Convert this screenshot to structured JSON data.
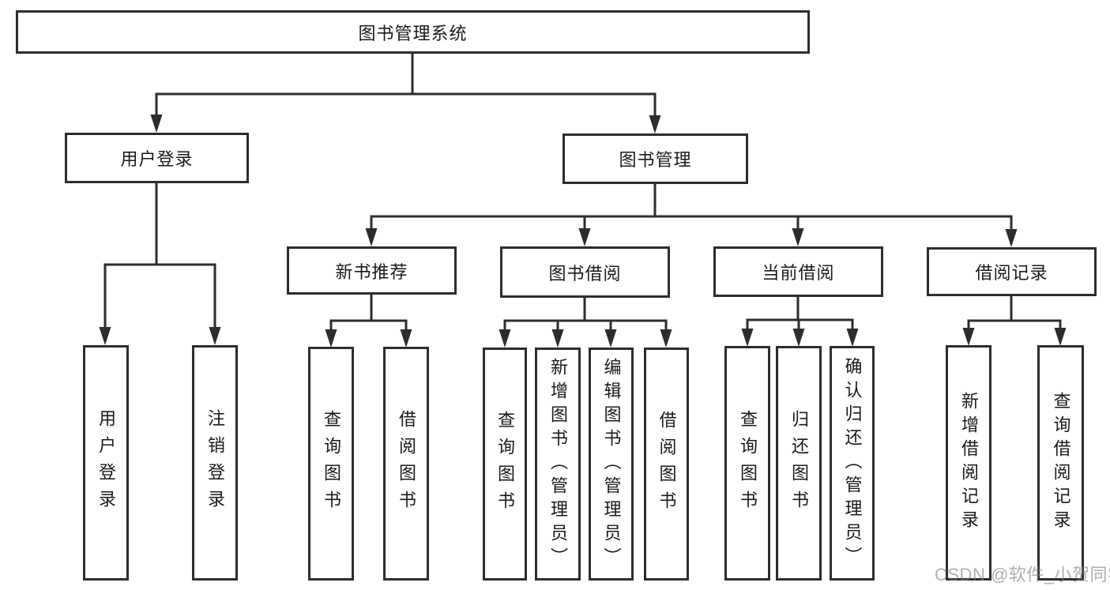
{
  "nodes": {
    "root": "图书管理系统",
    "user_login": "用户登录",
    "book_management": "图书管理",
    "new_book_recommend": "新书推荐",
    "book_borrowing": "图书借阅",
    "current_borrowing": "当前借阅",
    "borrowing_records": "借阅记录",
    "leaves": {
      "login_user_login": "用户登录",
      "login_logout": "注销登录",
      "rec_query_books": "查询图书",
      "rec_borrow_books": "借阅图书",
      "bor_query_books": "查询图书",
      "bor_add_books": "新增图书（管理员）",
      "bor_edit_books": "编辑图书（管理员）",
      "bor_borrow_books": "借阅图书",
      "cur_query_books": "查询图书",
      "cur_return_books": "归还图书",
      "cur_confirm_return": "确认归还（管理员）",
      "rec_add_record": "新增借阅记录",
      "rec_query_record": "查询借阅记录"
    }
  },
  "watermark": "CSDN @软件_小贺同学",
  "colors": {
    "box_border": "#2d2d2d",
    "connector_line": "#2d2d2d",
    "text": "#1a1a1a",
    "background": "#ffffff",
    "watermark": "#7d7d7d"
  }
}
